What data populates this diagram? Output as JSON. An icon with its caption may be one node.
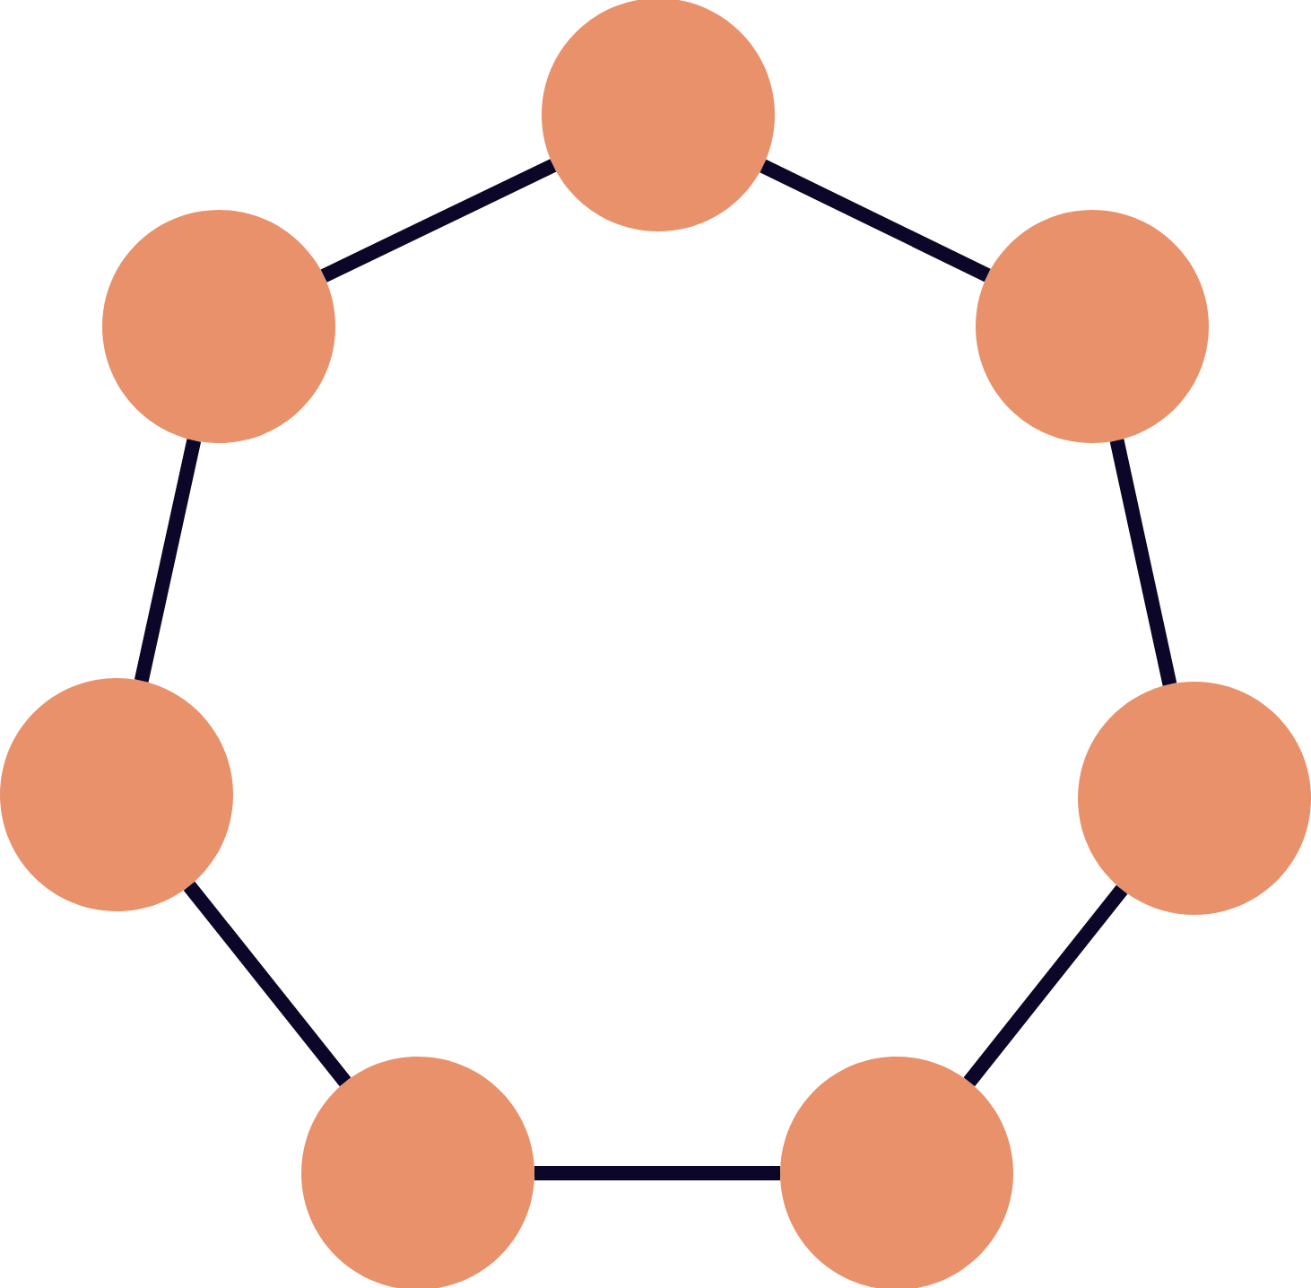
{
  "diagram": {
    "nodes": [
      {
        "text": [],
        "shape": "circle"
      },
      {
        "text": [],
        "shape": "circle"
      },
      {
        "text": [],
        "shape": "circle"
      },
      {
        "text": [],
        "shape": "circle"
      },
      {
        "text": [],
        "shape": "circle"
      },
      {
        "text": [],
        "shape": "circle"
      },
      {
        "text": [],
        "shape": "circle"
      }
    ],
    "edges": [
      {
        "from": 0,
        "to": 1,
        "arrow": "none"
      },
      {
        "from": 0,
        "to": 2,
        "arrow": "none"
      },
      {
        "from": 1,
        "to": 3,
        "arrow": "none"
      },
      {
        "from": 2,
        "to": 4,
        "arrow": "none"
      },
      {
        "from": 3,
        "to": 5,
        "arrow": "none"
      },
      {
        "from": 4,
        "to": 6,
        "arrow": "none"
      },
      {
        "from": 5,
        "to": 6,
        "arrow": "none"
      }
    ]
  }
}
